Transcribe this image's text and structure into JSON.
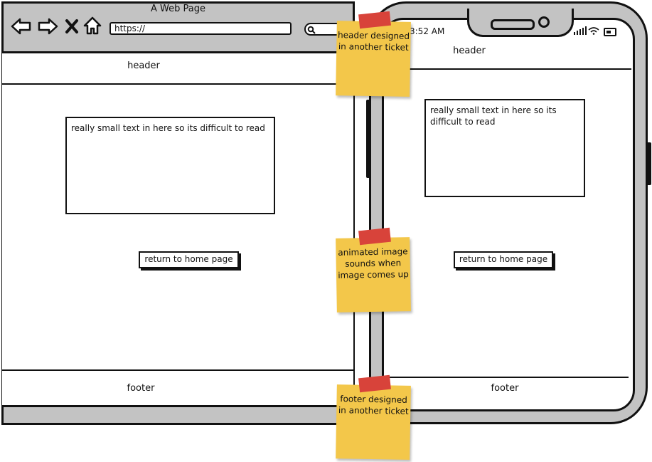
{
  "browser": {
    "title": "A Web Page",
    "url": "https://",
    "header_label": "header",
    "text_box": "really small text in here so its difficult to read",
    "button_label": "return to home page",
    "footer_label": "footer"
  },
  "phone": {
    "time": "3:52 AM",
    "header_label": "header",
    "text_box": "really small text in here so its difficult to read",
    "button_label": "return to home page",
    "footer_label": "footer"
  },
  "notes": [
    {
      "text": "header designed in another ticket"
    },
    {
      "text": "animated image sounds when image comes up"
    },
    {
      "text": "footer designed in another ticket"
    }
  ],
  "icons": {
    "back": "back-arrow-icon",
    "forward": "forward-arrow-icon",
    "close": "close-icon",
    "home": "home-icon",
    "search": "search-icon"
  },
  "colors": {
    "frame": "#c3c3c3",
    "note": "#f3c74a",
    "tape": "#d8433a"
  }
}
